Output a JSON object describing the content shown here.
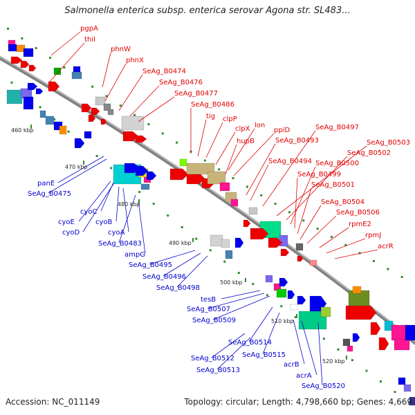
{
  "title": "Salmonella enterica subsp. enterica serovar Agona str. SL483...",
  "accession": "Accession: NC_011149",
  "summary": "Topology: circular; Length: 4,798,660 bp; Genes: 4,669",
  "colors": {
    "forward_label": "#e00000",
    "reverse_label": "#0000cc",
    "backbone": "#9a9a9a"
  },
  "ticks": [
    "460 kbp",
    "470 kbp",
    "480 kbp",
    "490 kbp",
    "500 kbp",
    "510 kbp",
    "520 kbp"
  ],
  "forward_genes": [
    "pgpA",
    "thiI",
    "phnW",
    "phnX",
    "SeAg_B0474",
    "SeAg_B0476",
    "SeAg_B0477",
    "SeAg_B0486",
    "tig",
    "clpP",
    "clpX",
    "lon",
    "hupB",
    "ppiD",
    "SeAg_B0493",
    "SeAg_B0494",
    "SeAg_B0497",
    "SeAg_B0503",
    "SeAg_B0502",
    "SeAg_B0500",
    "SeAg_B0499",
    "SeAg_B0501",
    "SeAg_B0504",
    "SeAg_B0506",
    "rpmE2",
    "rpmJ",
    "acrR"
  ],
  "reverse_genes": [
    "panE",
    "SeAg_B0475",
    "cyoE",
    "cyoC",
    "cyoD",
    "cyoB",
    "cyoA",
    "SeAg_B0483",
    "ampG",
    "SeAg_B0495",
    "SeAg_B0496",
    "SeAg_B0498",
    "tesB",
    "SeAg_B0507",
    "SeAg_B0509",
    "SeAg_B0514",
    "SeAg_B0512",
    "SeAg_B0515",
    "SeAg_B0513",
    "acrB",
    "acrA",
    "SeAg_B0520"
  ]
}
